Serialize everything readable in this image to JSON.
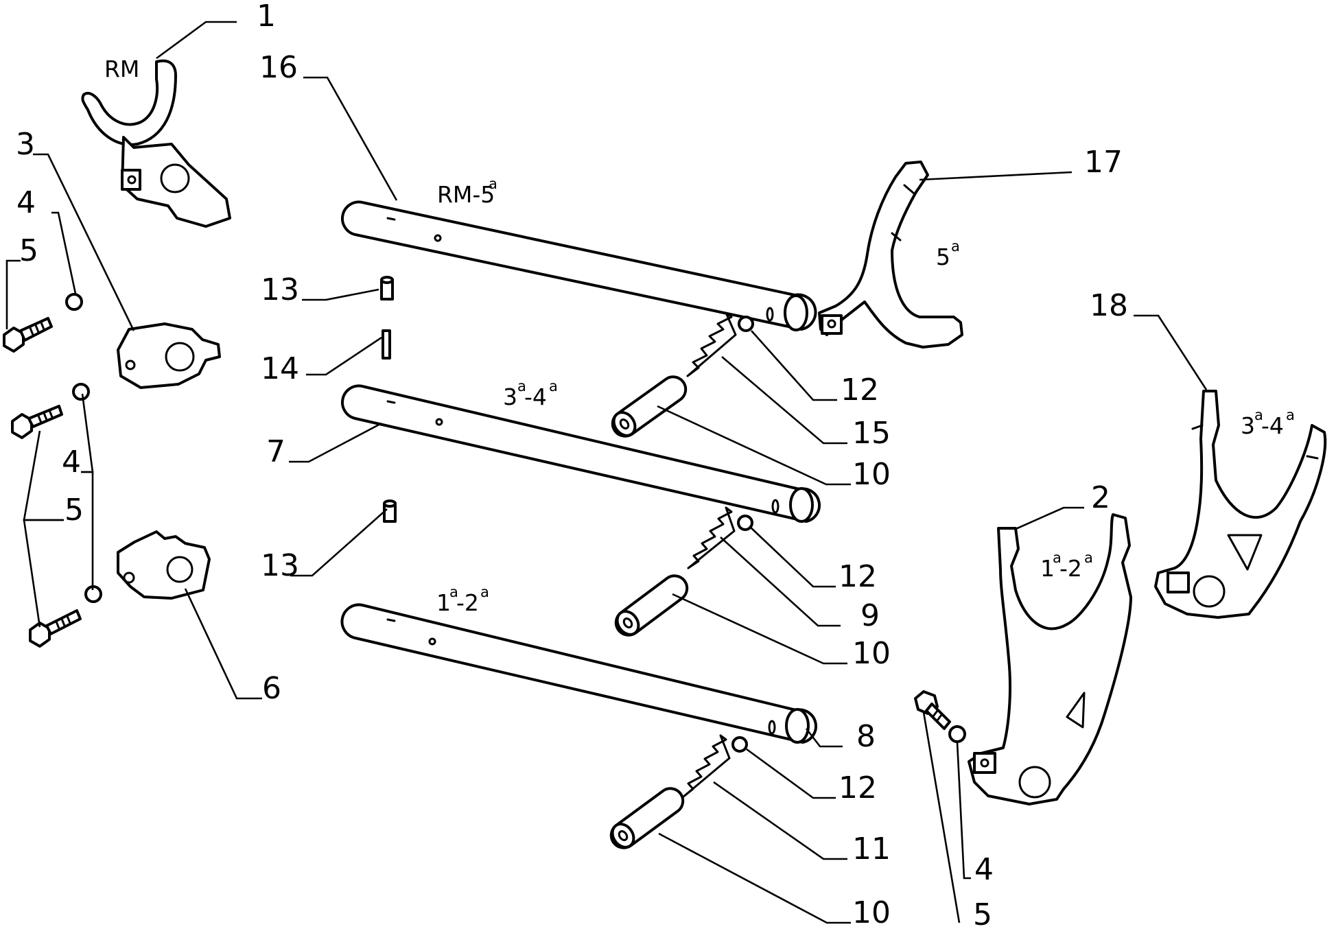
{
  "colors": {
    "line": "#000000",
    "background": "#ffffff"
  },
  "callouts": {
    "c1": "1",
    "c16": "16",
    "c3": "3",
    "c4a": "4",
    "c5a": "5",
    "c17": "17",
    "c13a": "13",
    "c14": "14",
    "c18": "18",
    "c12a": "12",
    "c15": "15",
    "c7": "7",
    "c10a": "10",
    "c4b": "4",
    "c5b": "5",
    "c2": "2",
    "c13b": "13",
    "c12b": "12",
    "c9": "9",
    "c10b": "10",
    "c6": "6",
    "c8": "8",
    "c12c": "12",
    "c11": "11",
    "c4c": "4",
    "c10c": "10",
    "c5c": "5"
  },
  "labels": {
    "rm": "RM",
    "rm5_main": "RM-5",
    "rm5_sup": "a",
    "fifth_main": "5",
    "fifth_sup": "a",
    "l34a_main": "3",
    "l34a_sup1": "a",
    "l34a_dash": "-4",
    "l34a_sup2": "a",
    "l34b_main": "3",
    "l34b_sup1": "a",
    "l34b_dash": "-4",
    "l34b_sup2": "a",
    "l12a_main": "1",
    "l12a_sup1": "a",
    "l12a_dash": "-2",
    "l12a_sup2": "a",
    "l12b_main": "1",
    "l12b_sup1": "a",
    "l12b_dash": "-2",
    "l12b_sup2": "a"
  }
}
